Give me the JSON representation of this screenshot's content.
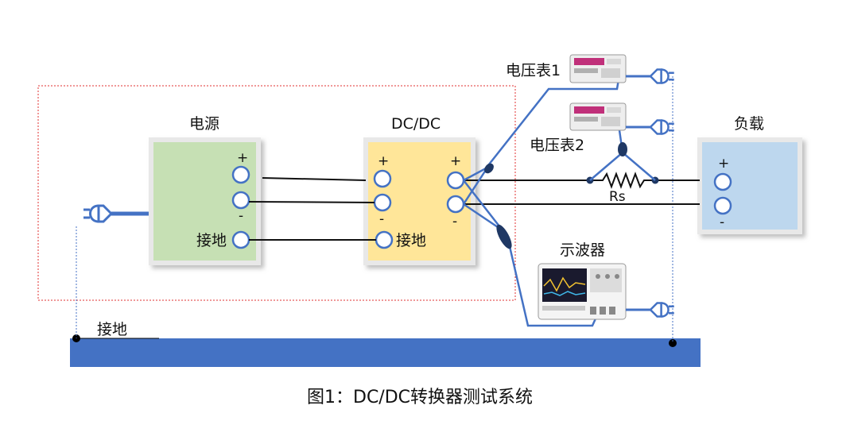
{
  "power_supply": {
    "label": "电源",
    "plus": "+",
    "minus": "-",
    "ground": "接地"
  },
  "dcdc": {
    "label": "DC/DC",
    "in_plus": "+",
    "in_minus": "-",
    "ground": "接地",
    "out_plus": "+",
    "out_minus": "-"
  },
  "load": {
    "label": "负载",
    "plus": "+",
    "minus": "-"
  },
  "voltmeter1": {
    "label": "电压表1"
  },
  "voltmeter2": {
    "label": "电压表2"
  },
  "oscilloscope": {
    "label": "示波器"
  },
  "resistor": {
    "label": "Rs"
  },
  "ground_bar": {
    "label": "接地"
  },
  "caption": "图1：DC/DC转换器测试系统",
  "colors": {
    "wire_blue": "#4472c4",
    "ground_bar": "#4472c4",
    "power_fill": "#c6e0b4",
    "dcdc_fill": "#ffe699",
    "load_fill": "#bdd7ee",
    "dashed_box": "#e03030"
  }
}
